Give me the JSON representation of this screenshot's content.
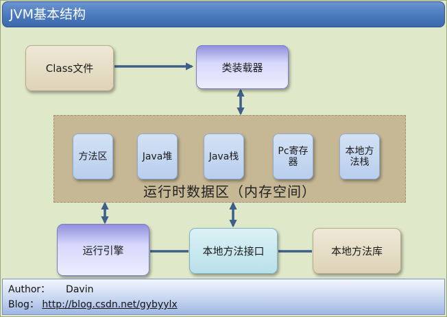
{
  "title": "JVM基本结构",
  "nodes": {
    "class_file": "Class文件",
    "class_loader": "类装载器",
    "runtime_data_area": "运行时数据区（内存空间）",
    "method_area": "方法区",
    "java_heap": "Java堆",
    "java_stack": "Java栈",
    "pc_register": "Pc寄存器",
    "native_method_stack": "本地方法栈",
    "execution_engine": "运行引擎",
    "native_interface": "本地方法接口",
    "native_library": "本地方法库"
  },
  "footer": {
    "author_label": "Author：",
    "author_name": "Davin",
    "blog_label": "Blog：",
    "blog_url": "http://blog.csdn.net/gybyylx"
  },
  "colors": {
    "title_bar": "#4a79bd",
    "background": "#dfe8c8",
    "connector": "#3d5f8a"
  }
}
